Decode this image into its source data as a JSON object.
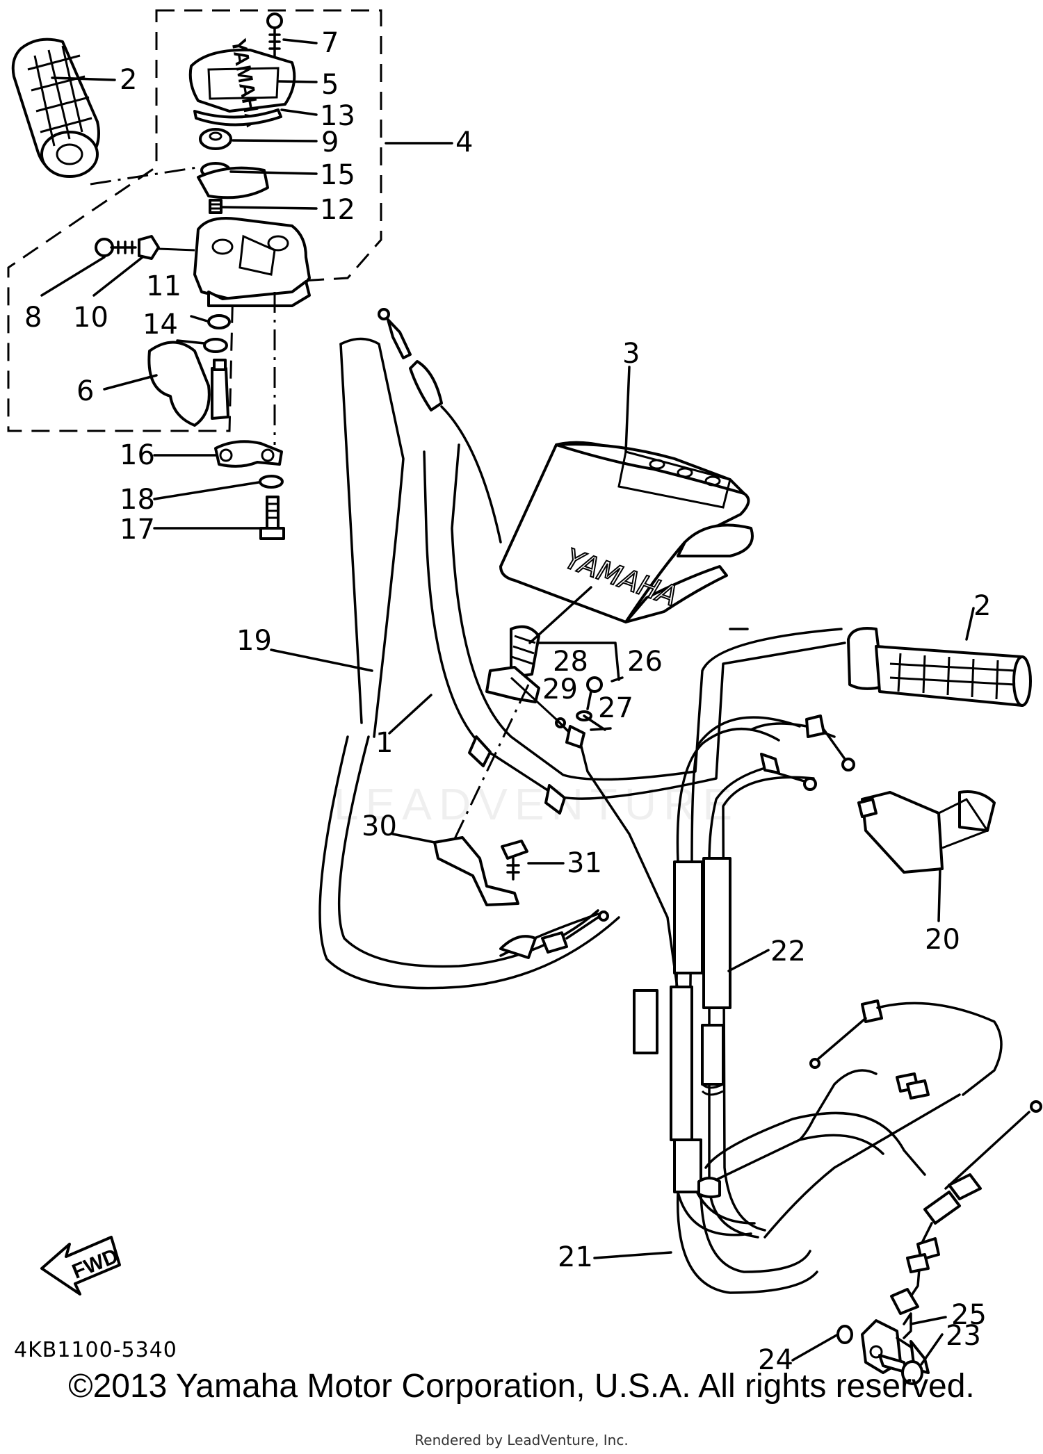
{
  "diagram": {
    "callouts": {
      "c1": "1",
      "c2a": "2",
      "c2b": "2",
      "c3": "3",
      "c4": "4",
      "c5": "5",
      "c6": "6",
      "c7": "7",
      "c8": "8",
      "c9": "9",
      "c10": "10",
      "c11": "11",
      "c12": "12",
      "c13": "13",
      "c14": "14",
      "c15": "15",
      "c16": "16",
      "c17": "17",
      "c18": "18",
      "c19": "19",
      "c20": "20",
      "c21": "21",
      "c22": "22",
      "c23": "23",
      "c24": "24",
      "c25": "25",
      "c26": "26",
      "c27": "27",
      "c28": "28",
      "c29": "29",
      "c30": "30",
      "c31": "31"
    },
    "cover_brand": "YAMAHA",
    "switch_brand": "YAMAHA",
    "fwd_arrow_label": "FWD",
    "watermark": "LEADVENTURE",
    "diagram_code": "4KB1100-5340",
    "copyright": "©2013 Yamaha Motor Corporation, U.S.A. All rights reserved.",
    "rendered_by": "Rendered by LeadVenture, Inc."
  }
}
